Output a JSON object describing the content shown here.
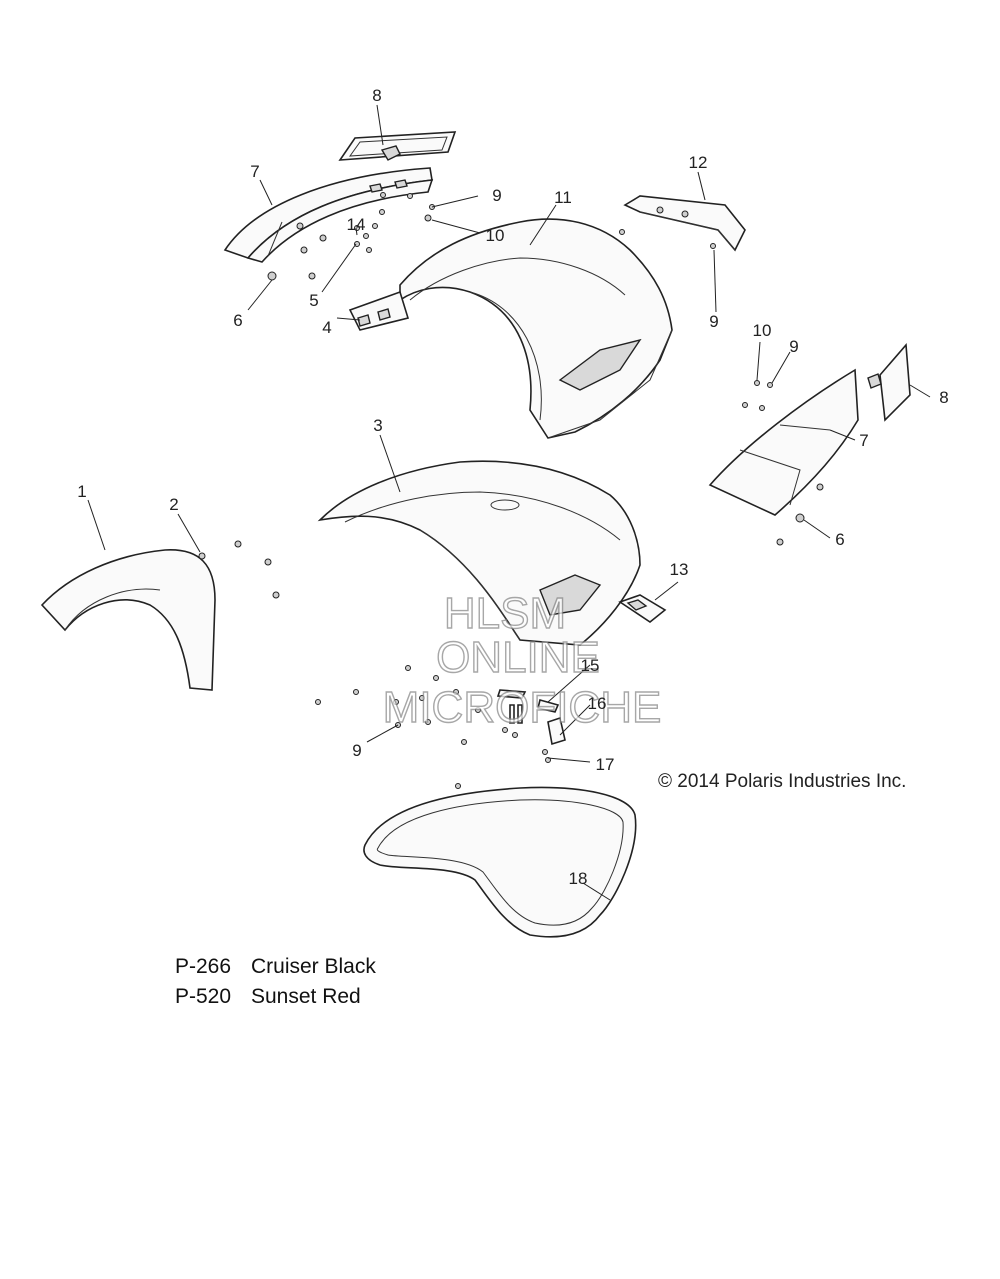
{
  "callouts": [
    "1",
    "2",
    "3",
    "4",
    "5",
    "6",
    "7",
    "8",
    "9",
    "10",
    "11",
    "12",
    "13",
    "14",
    "15",
    "16",
    "17",
    "18"
  ],
  "watermark": {
    "line1": "HLSM",
    "line2": "ONLINE",
    "line3": "MICROFICHE"
  },
  "copyright": "© 2014 Polaris Industries Inc.",
  "color_codes": [
    {
      "code": "P-266",
      "name": "Cruiser Black"
    },
    {
      "code": "P-520",
      "name": "Sunset Red"
    }
  ]
}
